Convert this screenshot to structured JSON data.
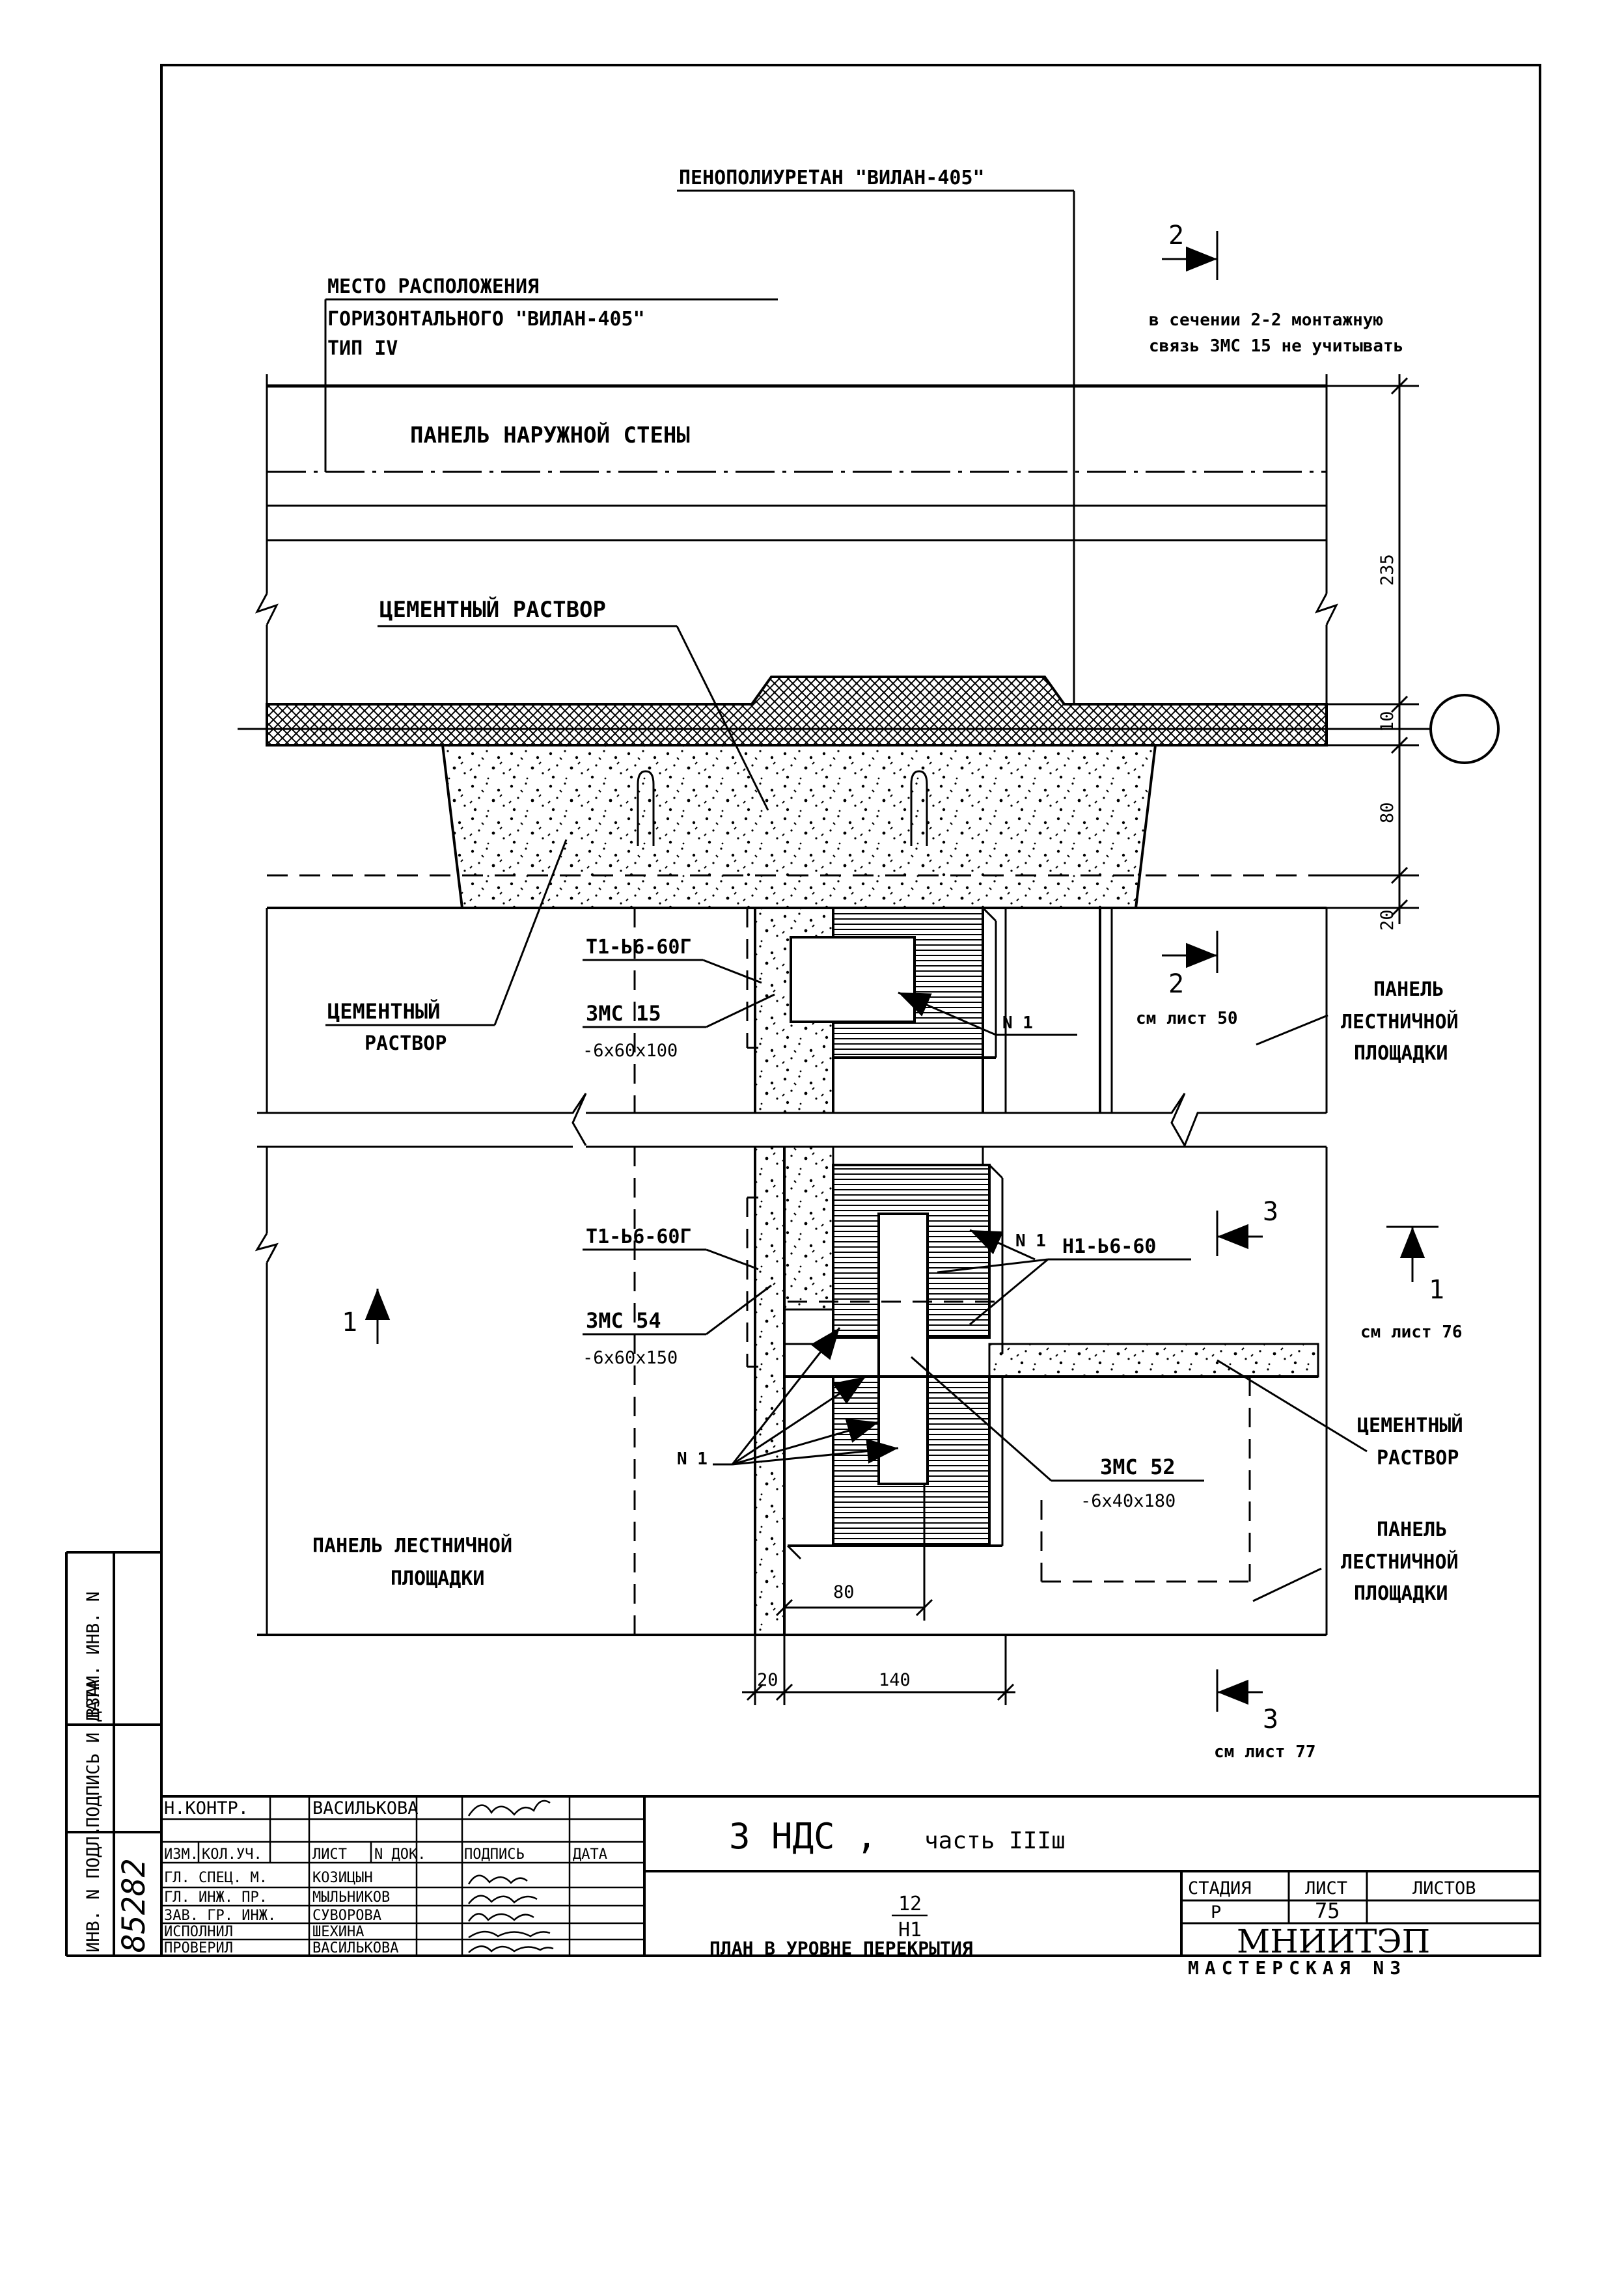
{
  "labels": {
    "foam": "ПЕНОПОЛИУРЕТАН \"ВИЛАН-405\"",
    "location_line1": "МЕСТО РАСПОЛОЖЕНИЯ",
    "location_line2": "ГОРИЗОНТАЛЬНОГО \"ВИЛАН-405\"",
    "location_line3": "ТИП IV",
    "section_note_line1": "в сечении 2-2 монтажную",
    "section_note_line2": "связь ЗМС 15 не учитывать",
    "outer_wall_panel": "ПАНЕЛЬ НАРУЖНОЙ СТЕНЫ",
    "cement_mortar_top": "ЦЕМЕНТНЫЙ РАСТВОР",
    "cement_left_line1": "ЦЕМЕНТНЫЙ",
    "cement_left_line2": "РАСТВОР",
    "t1_top": "Т1-Ь6-60Г",
    "zms15": "ЗМС 15",
    "zms15_size": "-6x60x100",
    "n1_top": "N 1",
    "stair_panel_right_line1": "ПАНЕЛЬ",
    "stair_panel_right_line2": "ЛЕСТНИЧНОЙ",
    "stair_panel_right_line3": "ПЛОЩАДКИ",
    "t1_bottom": "Т1-Ь6-60Г",
    "n1_mid": "N 1",
    "h1": "Н1-Ь6-60",
    "zms54": "ЗМС 54",
    "zms54_size": "-6x60x150",
    "cement_right_line1": "ЦЕМЕНТНЫЙ",
    "cement_right_line2": "РАСТВОР",
    "n1_bottom": "N 1",
    "zms52": "ЗМС 52",
    "zms52_size": "-6x40x180",
    "stair_panel_left_line1": "ПАНЕЛЬ ЛЕСТНИЧНОЙ",
    "stair_panel_left_line2": "ПЛОЩАДКИ",
    "stair_panel_br_line1": "ПАНЕЛЬ",
    "stair_panel_br_line2": "ЛЕСТНИЧНОЙ",
    "stair_panel_br_line3": "ПЛОЩАДКИ"
  },
  "sections": {
    "s2_top": "2",
    "s2_mid": "2",
    "s2_mid_ref": "см лист 50",
    "s3_top": "3",
    "s1": "1",
    "s1_ref": "см лист 76",
    "s1_left": "1",
    "s3_bottom": "3",
    "s3_bottom_ref": "см лист 77"
  },
  "dimensions": {
    "d235": "235",
    "d10": "10",
    "d80_right": "80",
    "d20_right": "20",
    "d80_bottom": "80",
    "d20_bottom": "20",
    "d140": "140"
  },
  "title_block": {
    "rows": [
      {
        "role": "Н.КОНТР.",
        "name": "ВАСИЛЬКОВА"
      },
      {
        "role": "ГЛ. СПЕЦ. М.",
        "name": "КОЗИЦЫН"
      },
      {
        "role": "ГЛ. ИНЖ. ПР.",
        "name": "МЫЛЬНИКОВ"
      },
      {
        "role": "ЗАВ. ГР. ИНЖ.",
        "name": "СУВОРОВА"
      },
      {
        "role": "ИСПОЛНИЛ",
        "name": "ШЕХИНА"
      },
      {
        "role": "ПРОВЕРИЛ",
        "name": "ВАСИЛЬКОВА"
      }
    ],
    "header": {
      "izm": "ИЗМ.",
      "kol": "КОЛ.УЧ.",
      "list": "ЛИСТ",
      "doc": "N ДОК.",
      "sign": "ПОДПИСЬ",
      "date": "ДАТА"
    },
    "project": "З НДС ,",
    "part": "часть IIIш",
    "node_num": "12",
    "node_den": "Н1",
    "drawing_title": "ПЛАН В УРОВНЕ ПЕРЕКРЫТИЯ",
    "stage_label": "СТАДИЯ",
    "sheet_label": "ЛИСТ",
    "sheets_label": "ЛИСТОВ",
    "stage": "Р",
    "sheet": "75",
    "org": "МНИИТЭП",
    "workshop": "МАСТЕРСКАЯ N3",
    "side_inv": "ИНВ. N ПОДЛ.",
    "side_sign": "ПОДПИСЬ И ДАТА",
    "side_vzam": "ВЗАМ. ИНВ. N",
    "side_inv_value": "85282"
  }
}
